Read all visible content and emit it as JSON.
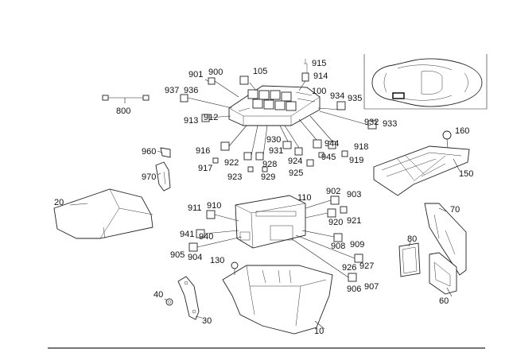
{
  "labels": {
    "l10": "10",
    "l20": "20",
    "l30": "30",
    "l40": "40",
    "l60": "60",
    "l70": "70",
    "l80": "80",
    "l100": "100",
    "l105": "105",
    "l110": "110",
    "l130": "130",
    "l150": "150",
    "l160": "160",
    "l800": "800",
    "l900": "900",
    "l901": "901",
    "l902": "902",
    "l903": "903",
    "l904": "904",
    "l905": "905",
    "l906": "906",
    "l907": "907",
    "l908": "908",
    "l909": "909",
    "l910": "910",
    "l911": "911",
    "l912": "912",
    "l913": "913",
    "l914": "914",
    "l915": "915",
    "l916": "916",
    "l917": "917",
    "l918": "918",
    "l919": "919",
    "l920": "920",
    "l921": "921",
    "l922": "922",
    "l923": "923",
    "l924": "924",
    "l925": "925",
    "l926": "926",
    "l927": "927",
    "l928": "928",
    "l929": "929",
    "l930": "930",
    "l931": "931",
    "l932": "932",
    "l933": "933",
    "l934": "934",
    "l935": "935",
    "l936": "936",
    "l937": "937",
    "l940": "940",
    "l941": "941",
    "l944": "944",
    "l945": "945",
    "l960": "960",
    "l970": "970"
  },
  "colors": {
    "line": "#222222",
    "background": "#ffffff"
  },
  "icons": {
    "locator": "car-top-view-icon"
  }
}
